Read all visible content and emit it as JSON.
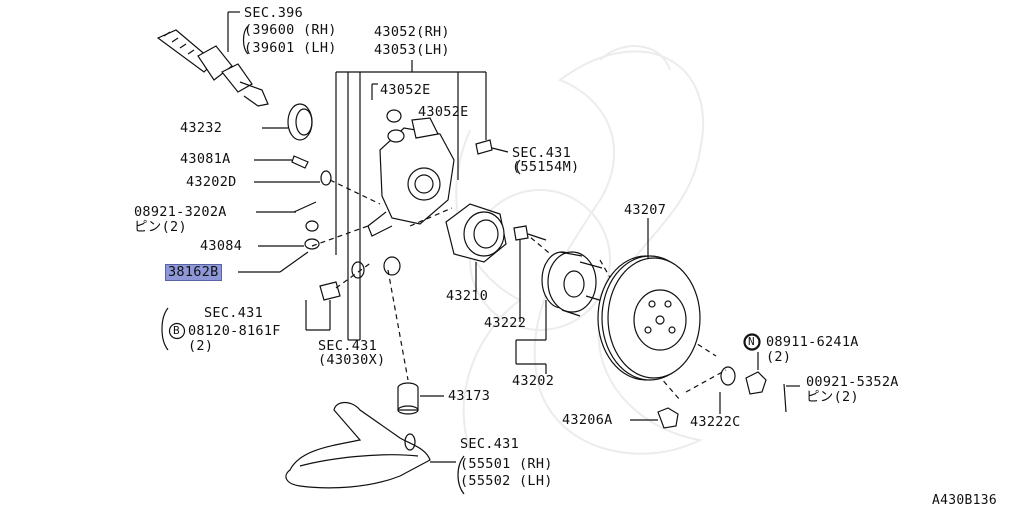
{
  "diagram": {
    "figure_code": "A430B136",
    "highlight_color": "#8e97d8",
    "labels": {
      "sec396": "SEC.396",
      "p39600": "(39600 (RH)",
      "p39601": "(39601 (LH)",
      "p43052rh": "43052(RH)",
      "p43053lh": "43053(LH)",
      "p43052e_a": "43052E",
      "p43052e_b": "43052E",
      "p43232": "43232",
      "sec431_a": "SEC.431",
      "p55154m": "(55154M)",
      "p43081a": "43081A",
      "p43202d": "43202D",
      "p08921": "08921-3202A",
      "pin2_a": "ピン(2)",
      "p43084": "43084",
      "p38162b": "38162B",
      "p43207": "43207",
      "p43210": "43210",
      "p43222": "43222",
      "sec431_b": "SEC.431",
      "p08120": "08120-8161F",
      "qty2_a": "(2)",
      "sec431_c": "SEC.431",
      "p43030x": "(43030X)",
      "p43202": "43202",
      "p08911": "08911-6241A",
      "qty2_b": "(2)",
      "p00921": "00921-5352A",
      "pin2_b": "ピン(2)",
      "p43222c": "43222C",
      "p43206a": "43206A",
      "p43173": "43173",
      "sec431_d": "SEC.431",
      "p55501": "(55501 (RH)",
      "p55502": "(55502 (LH)"
    },
    "markers": {
      "b": "B",
      "n": "N"
    }
  }
}
